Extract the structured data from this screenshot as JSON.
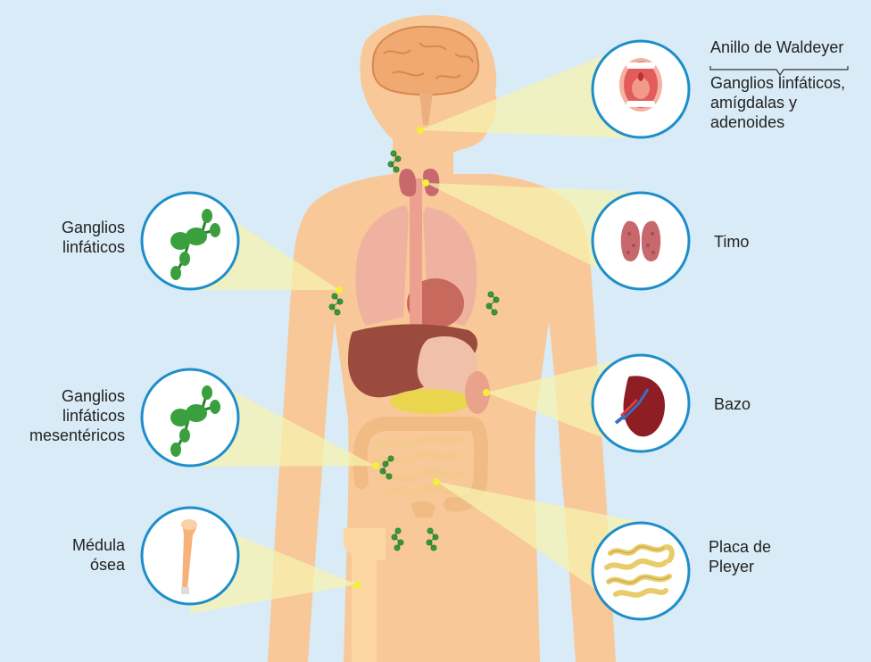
{
  "colors": {
    "background": "#d9ebf6",
    "skin": "#f8c898",
    "skin_dark": "#f2b57e",
    "callout_ring": "#1d8ec9",
    "callout_fill": "#ffffff",
    "beam": "#f7f3b0",
    "marker": "#f3ef3c",
    "node_green": "#3aa03d",
    "brain": "#f0a970",
    "liver": "#9b4a3e",
    "lung": "#f0b2a0",
    "intestine": "#f6c994",
    "thymus": "#c7696c",
    "spleen": "#8e1e24",
    "bone": "#fdd7a2"
  },
  "labels": {
    "waldeyer_title": "Anillo de Waldeyer",
    "waldeyer_desc": [
      "Ganglios linfáticos,",
      "amígdalas y",
      "adenoides"
    ],
    "ganglios": [
      "Ganglios",
      "linfáticos"
    ],
    "timo": "Timo",
    "ganglios_mes": [
      "Ganglios",
      "linfáticos",
      "mesentéricos"
    ],
    "bazo": "Bazo",
    "medula": [
      "Médula",
      "ósea"
    ],
    "placa": [
      "Placa de",
      "Pleyer"
    ]
  },
  "icons": {
    "waldeyer": "open-mouth-icon",
    "ganglios": "lymph-node-chain-icon",
    "timo": "thymus-icon",
    "ganglios_mes": "lymph-node-chain-icon",
    "bazo": "spleen-icon",
    "medula": "bone-icon",
    "placa": "intestine-icon"
  }
}
